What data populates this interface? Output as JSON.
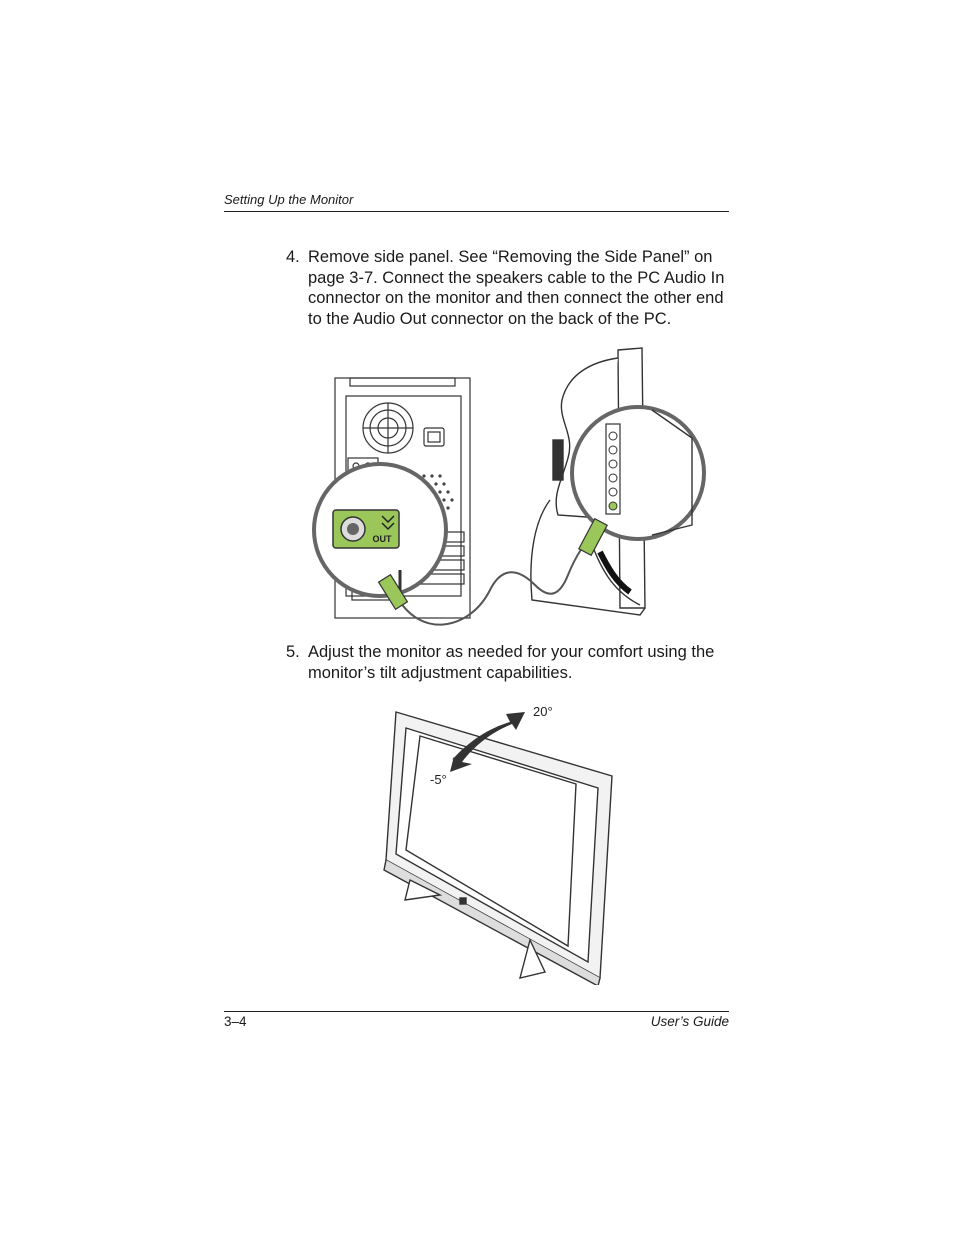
{
  "header": {
    "title": "Setting Up the Monitor"
  },
  "steps": [
    {
      "number": "4.",
      "text": "Remove side panel. See “Removing the Side Panel” on page 3-7. Connect the speakers cable to the PC Audio In connector on the monitor and then connect the other end to the Audio Out connector on the back of the PC."
    },
    {
      "number": "5.",
      "text": "Adjust the monitor as needed for your comfort using the monitor’s tilt adjustment capabilities."
    }
  ],
  "figure1": {
    "port_label": "OUT",
    "accent_color": "#9bc65a"
  },
  "figure2": {
    "tilt_up_label": "20°",
    "tilt_down_label": "-5°"
  },
  "footer": {
    "page_number": "3–4",
    "guide_title": "User’s Guide"
  }
}
